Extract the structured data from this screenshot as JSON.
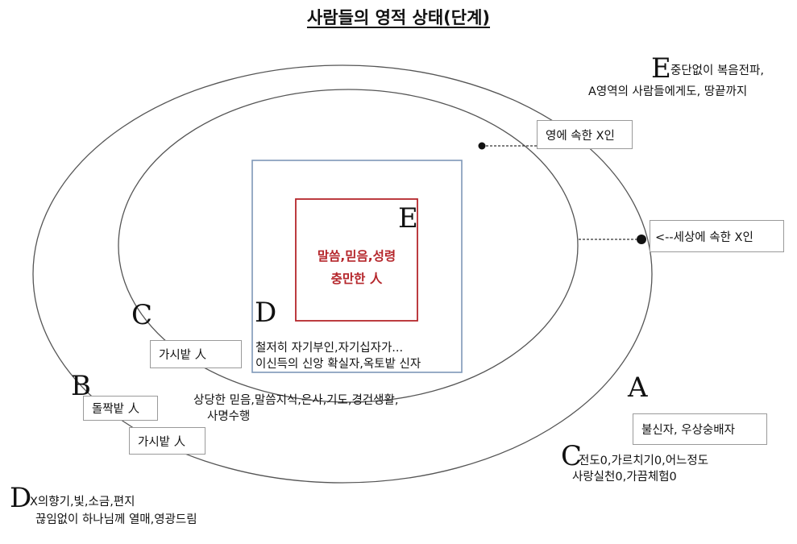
{
  "title": "사람들의 영적 상태(단계)",
  "center": {
    "letter": "E",
    "line1": "말씀,믿음,성령",
    "line2": "충만한 人"
  },
  "inner_box": {
    "letter": "D",
    "line1": "철저히 자기부인,자기십자가...",
    "line2": "이신득의 신앙 확실자,옥토밭 신자"
  },
  "ring_inner": {
    "letter": "C",
    "box_label": "가시밭 人",
    "line1": "상당한 믿음,말씀지식,은사,기도,경건생활,",
    "line2": "사명수행"
  },
  "ring_outer": {
    "letter": "B",
    "box1": "돌짝밭 人",
    "box2": "가시밭 人"
  },
  "outside_a": {
    "letter": "A",
    "box_label": "불신자, 우상숭배자"
  },
  "right_c": {
    "letter": "C",
    "line1": "전도0,가르치기0,어느정도",
    "line2": "사랑실천0,가끔체험0"
  },
  "top_right_e": {
    "letter": "E",
    "line1": "중단없이 복음전파,",
    "line2": "A영역의 사람들에게도, 땅끝까지"
  },
  "callout_spirit": "영에 속한 X인",
  "callout_world": "<--세상에 속한 X인",
  "bottom_left_d": {
    "letter": "D",
    "line1": "X의향기,빛,소금,편지",
    "line2": "끊임없이 하나님께 열매,영광드림"
  },
  "colors": {
    "red_box": "#b5262b",
    "blue_box": "#7f98b8",
    "ellipse": "#555555"
  }
}
